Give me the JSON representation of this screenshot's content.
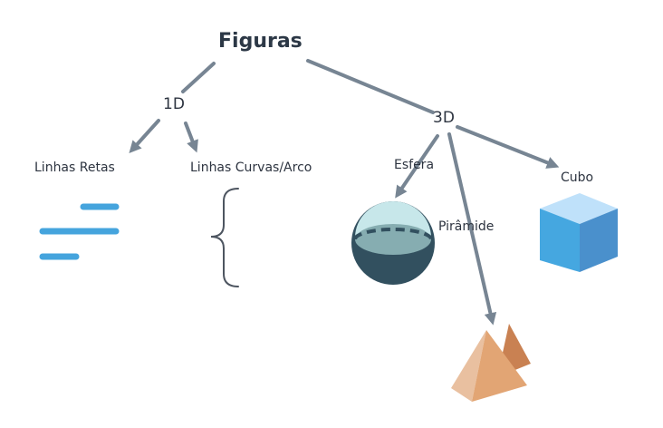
{
  "diagram": {
    "root": "Figuras",
    "branches": [
      {
        "label": "1D",
        "children": [
          "Linhas Retas",
          "Linhas Curvas/Arco"
        ]
      },
      {
        "label": "3D",
        "children": [
          "Esfera",
          "Pirâmide",
          "Cubo"
        ]
      }
    ]
  },
  "colors": {
    "arrow": "#778593",
    "text": "#2d3440",
    "lines": "#45a4dd",
    "brace": "#4d5560",
    "sphere_dark": "#32505f",
    "sphere_light": "#c7e7ea",
    "cube_front": "#45a7e0",
    "cube_top": "#bfe1fa",
    "pyramid": "#e2a574"
  },
  "icons": [
    "straight-lines-icon",
    "curly-brace-icon",
    "sphere-icon",
    "pyramid-icon",
    "cube-icon"
  ]
}
